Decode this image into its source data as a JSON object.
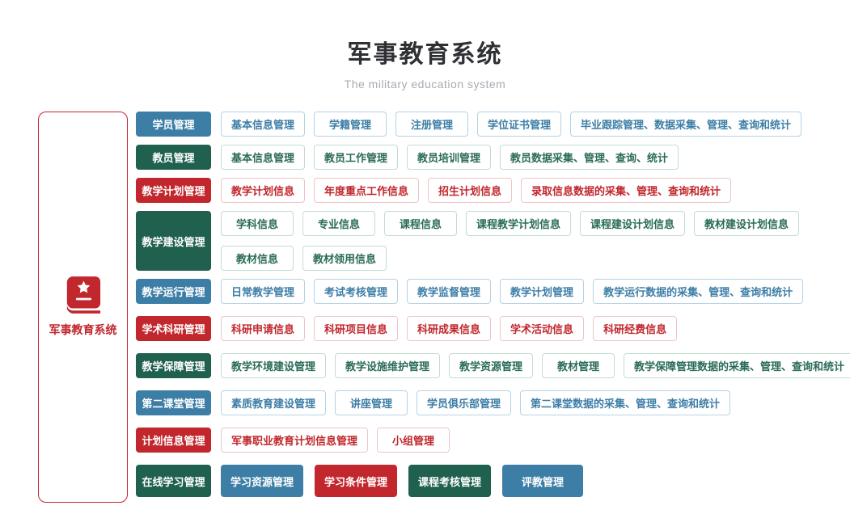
{
  "page": {
    "title": "军事教育系统",
    "subtitle": "The military education system"
  },
  "sidebar": {
    "label": "军事教育系统",
    "icon": "book-star-icon"
  },
  "colors": {
    "blue": "#3d7ea6",
    "green": "#20604e",
    "red": "#c1272d"
  },
  "rows": [
    {
      "header": "学员管理",
      "color": "blue",
      "items": [
        "基本信息管理",
        "学籍管理",
        "注册管理",
        "学位证书管理",
        "毕业跟踪管理、数据采集、管理、查询和统计"
      ]
    },
    {
      "header": "教员管理",
      "color": "green",
      "items": [
        "基本信息管理",
        "教员工作管理",
        "教员培训管理",
        "教员数据采集、管理、查询、统计"
      ]
    },
    {
      "header": "教学计划管理",
      "color": "red",
      "items": [
        "教学计划信息",
        "年度重点工作信息",
        "招生计划信息",
        "录取信息数据的采集、管理、查询和统计"
      ]
    },
    {
      "header": "教学建设管理",
      "color": "green",
      "items": [
        "学科信息",
        "专业信息",
        "课程信息",
        "课程教学计划信息",
        "课程建设计划信息",
        "教材建设计划信息"
      ],
      "items2": [
        "教材信息",
        "教材领用信息"
      ]
    },
    {
      "header": "教学运行管理",
      "color": "blue",
      "items": [
        "日常教学管理",
        "考试考核管理",
        "教学监督管理",
        "教学计划管理",
        "教学运行数据的采集、管理、查询和统计"
      ]
    },
    {
      "header": "学术科研管理",
      "color": "red",
      "items": [
        "科研申请信息",
        "科研项目信息",
        "科研成果信息",
        "学术活动信息",
        "科研经费信息"
      ]
    },
    {
      "header": "教学保障管理",
      "color": "green",
      "items": [
        "教学环境建设管理",
        "教学设施维护管理",
        "教学资源管理",
        "教材管理",
        "教学保障管理数据的采集、管理、查询和统计"
      ]
    },
    {
      "header": "第二课堂管理",
      "color": "blue",
      "items": [
        "素质教育建设管理",
        "讲座管理",
        "学员俱乐部管理",
        "第二课堂数据的采集、管理、查询和统计"
      ]
    },
    {
      "header": "计划信息管理",
      "color": "red",
      "items": [
        "军事职业教育计划信息管理",
        "小组管理"
      ]
    },
    {
      "header": "在线学习管理",
      "color": "green",
      "items": [
        {
          "label": "学习资源管理",
          "color": "blue"
        },
        {
          "label": "学习条件管理",
          "color": "red"
        },
        {
          "label": "课程考核管理",
          "color": "green"
        },
        {
          "label": "评教管理",
          "color": "blue"
        }
      ]
    }
  ]
}
